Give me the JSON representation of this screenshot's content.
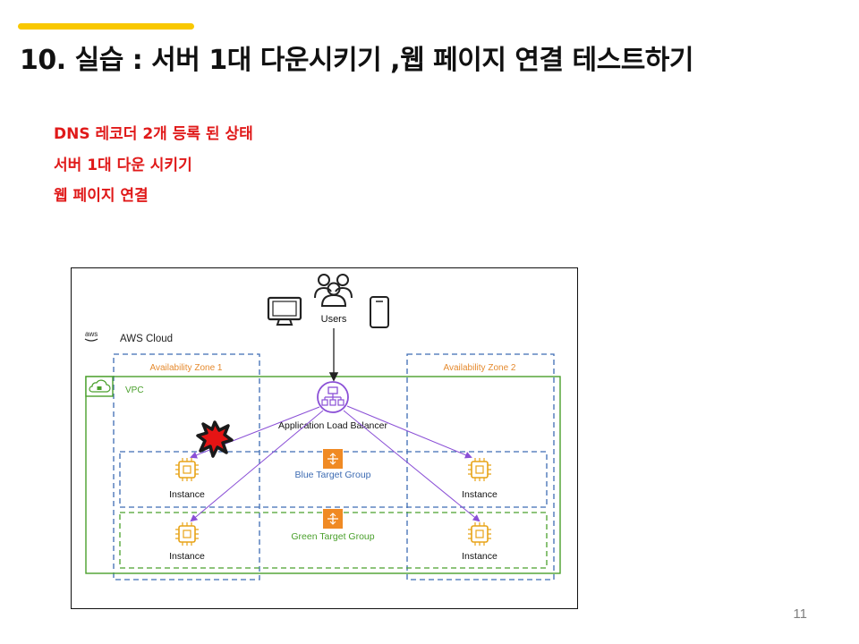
{
  "slide": {
    "title": "10. 실습 : 서버 1대 다운시키기 ,웹 페이지 연결 테스트하기",
    "bullets": [
      "DNS 레코더 2개 등록 된 상태",
      "서버 1대 다운 시키기",
      "웹 페이지 연결"
    ],
    "page_number": "11"
  },
  "diagram": {
    "users_label": "Users",
    "aws_logo_text": "aws",
    "cloud_label": "AWS Cloud",
    "vpc_label": "VPC",
    "az1_label": "Availability Zone 1",
    "az2_label": "Availability Zone 2",
    "alb_label": "Application Load Balancer",
    "blue_group_label": "Blue Target Group",
    "green_group_label": "Green Target Group",
    "instance_label": "Instance"
  },
  "colors": {
    "accent": "#F9C800",
    "bullet_text": "#E01919",
    "vpc_border": "#4AA02C",
    "az_border": "#3E6CB3",
    "az_label": "#E58A2E",
    "alb_purple": "#8A4FD6",
    "instance_orange": "#E8A317",
    "blue_group": "#3E6CB3",
    "green_group": "#4AA02C",
    "failure_burst": "#E51414"
  },
  "icons": [
    "desktop-icon",
    "users-icon",
    "mobile-phone-icon",
    "aws-logo",
    "cloud-lock-icon",
    "load-balancer-icon",
    "target-group-icon",
    "chip-instance-icon",
    "failure-burst-icon"
  ]
}
